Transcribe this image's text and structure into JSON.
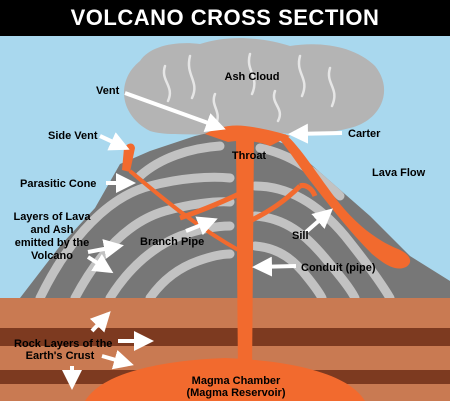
{
  "title": "VOLCANO CROSS SECTION",
  "labels": {
    "ash_cloud": "Ash Cloud",
    "vent": "Vent",
    "side_vent": "Side Vent",
    "carter": "Carter",
    "throat": "Throat",
    "lava_flow": "Lava Flow",
    "parasitic_cone": "Parasitic Cone",
    "layers_line1": "Layers of Lava",
    "layers_line2": "and Ash",
    "layers_line3": "emitted by the",
    "layers_line4": "Volcano",
    "branch_pipe": "Branch Pipe",
    "sill": "Sill",
    "conduit": "Conduit (pipe)",
    "rock_line1": "Rock Layers of the",
    "rock_line2": "Earth's Crust",
    "magma_line1": "Magma Chamber",
    "magma_line2": "(Magma Reservoir)"
  },
  "colors": {
    "sky": "#a9d8ee",
    "ash": "#b4b4b4",
    "volcano_dark": "#777777",
    "volcano_light": "#c2c2c2",
    "lava": "#f26a2e",
    "crust_light": "#c97a52",
    "crust_dark": "#7d3a20"
  }
}
